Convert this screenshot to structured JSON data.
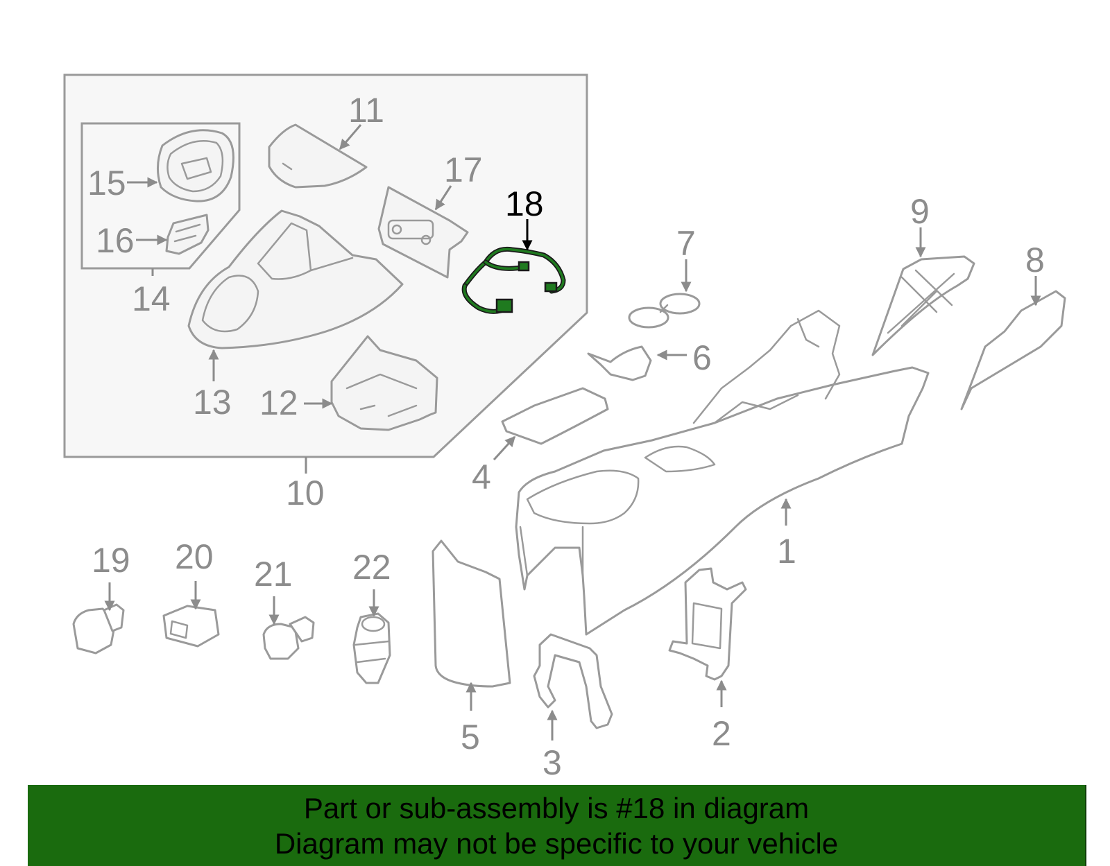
{
  "callouts": {
    "c1": "1",
    "c2": "2",
    "c3": "3",
    "c4": "4",
    "c5": "5",
    "c6": "6",
    "c7": "7",
    "c8": "8",
    "c9": "9",
    "c10": "10",
    "c11": "11",
    "c12": "12",
    "c13": "13",
    "c14": "14",
    "c15": "15",
    "c16": "16",
    "c17": "17",
    "c18": "18",
    "c19": "19",
    "c20": "20",
    "c21": "21",
    "c22": "22"
  },
  "highlight": {
    "part": "18",
    "color": "#1f7a1f"
  },
  "banner": {
    "line1": "Part or sub-assembly is #18 in diagram",
    "line2": "Diagram may not be specific to your vehicle",
    "background": "#1a6b0e"
  },
  "colors": {
    "line_art": "#9a9a9a",
    "label": "#8c8c8c",
    "highlight_label": "#000000"
  }
}
